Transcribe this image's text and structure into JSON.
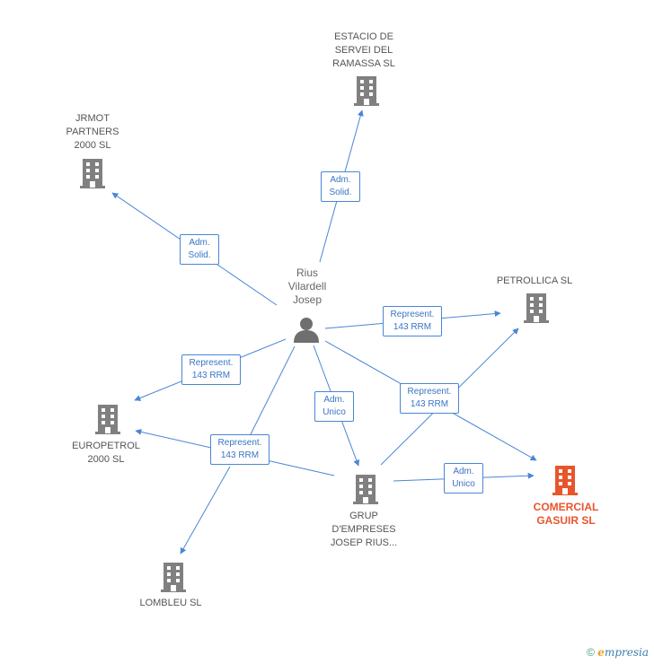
{
  "colors": {
    "edge": "#4a86d6",
    "building": "#808080",
    "focus_building": "#e8552c",
    "person": "#6f6f6f"
  },
  "person": {
    "label": "Rius\nVilardell\nJosep",
    "icon": "person-icon"
  },
  "companies": {
    "estacio": "ESTACIO DE\nSERVEI DEL\nRAMASSA SL",
    "jrmot": "JRMOT\nPARTNERS\n2000  SL",
    "petrollica": "PETROLLICA SL",
    "europetrol": "EUROPETROL\n2000 SL",
    "grup": "GRUP\nD'EMPRESES\nJOSEP RIUS...",
    "comercial": "COMERCIAL\nGASUIR SL",
    "lombleu": "LOMBLEU  SL"
  },
  "edge_labels": {
    "estacio": "Adm.\nSolid.",
    "jrmot": "Adm.\nSolid.",
    "petrollica": "Represent.\n143 RRM",
    "europetrol": "Represent.\n143 RRM",
    "grup": "Adm.\nUnico",
    "comercial_person": "Represent.\n143 RRM",
    "grup_europetrol": "Represent.\n143 RRM",
    "grup_comercial": "Adm.\nUnico"
  },
  "footer": {
    "copyright": "©",
    "brand_initial": "e",
    "brand_rest": "mpresia"
  }
}
